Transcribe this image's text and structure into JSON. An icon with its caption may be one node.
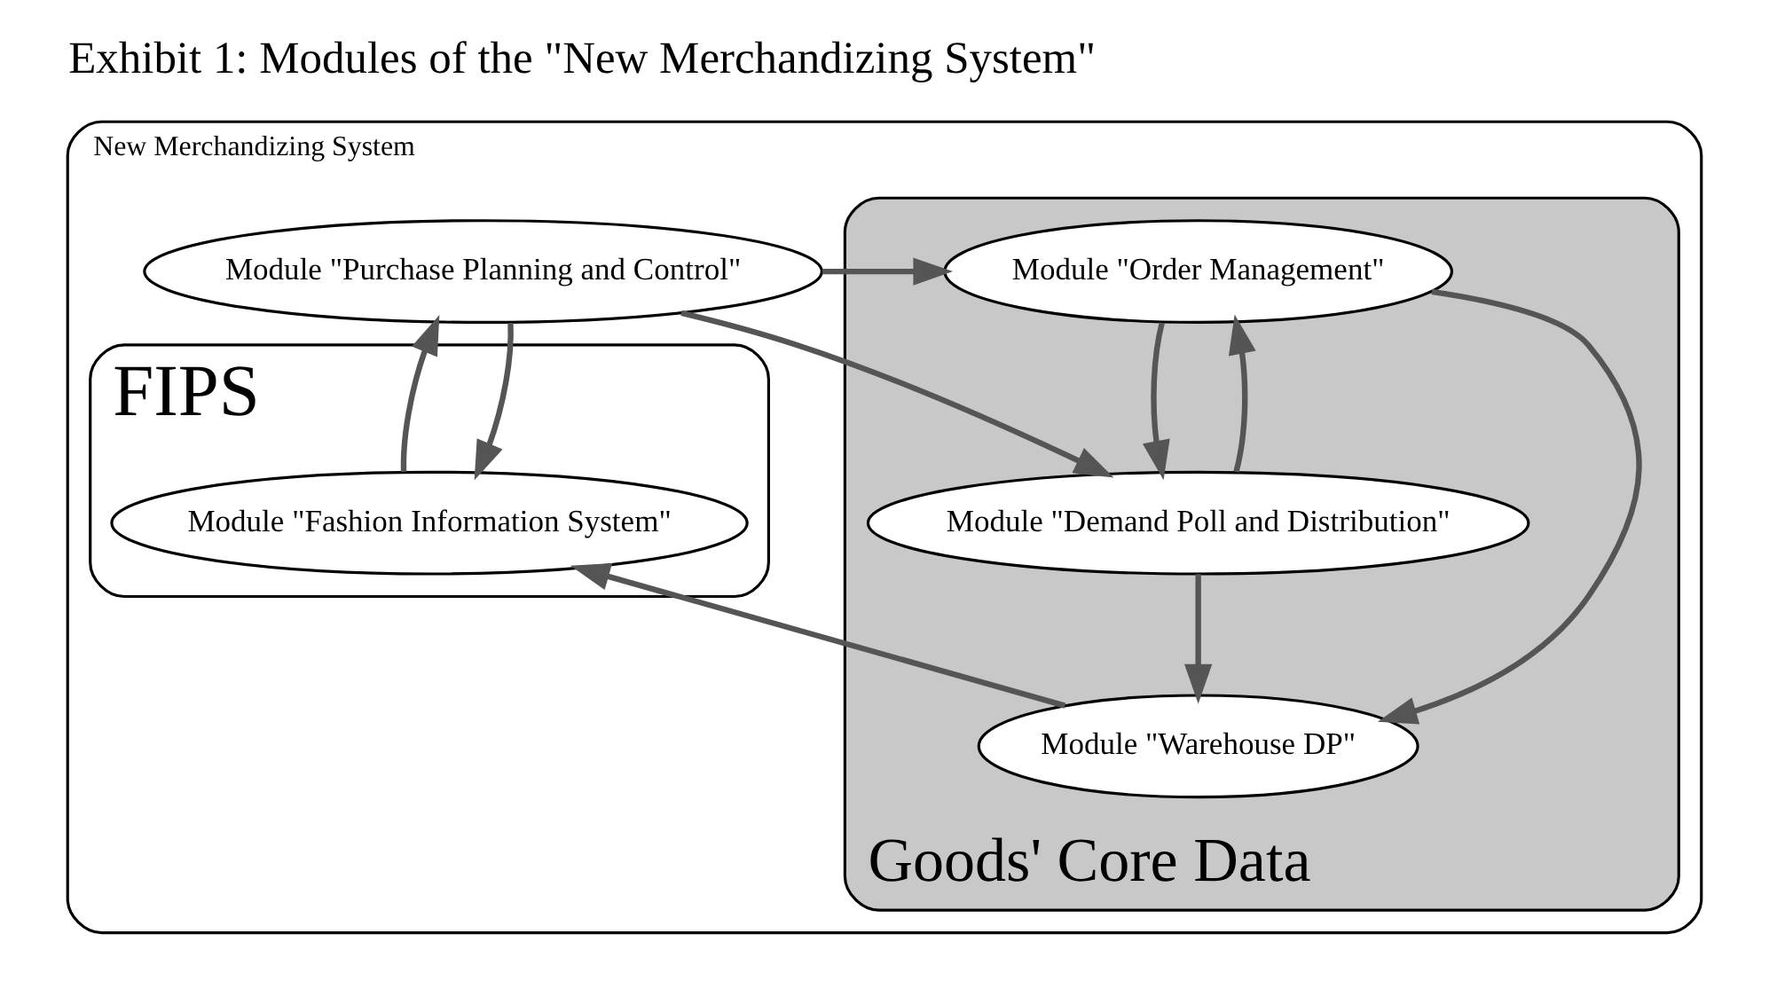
{
  "diagram": {
    "title": "Exhibit 1: Modules of the \"New Merchandizing System\"",
    "nodes": [
      {
        "text": [
          "New Merchandizing System"
        ]
      },
      {
        "text": [
          "FIPS"
        ],
        "in": 0
      },
      {
        "text": [
          "Goods' Core Data"
        ],
        "in": 0
      },
      {
        "text": [
          "Module \"Purchase Planning and Control\""
        ],
        "in": 0
      },
      {
        "text": [
          "Module \"Fashion Information System\""
        ],
        "in": 1
      },
      {
        "text": [
          "Module \"Order Management\""
        ],
        "in": 2
      },
      {
        "text": [
          "Module \"Demand Poll and Distribution\""
        ],
        "in": 2
      },
      {
        "text": [
          "Module \"Warehouse DP\""
        ],
        "in": 2
      }
    ],
    "edges": [
      {
        "from": 3,
        "to": 4,
        "arrow": "to"
      },
      {
        "from": 4,
        "to": 3,
        "arrow": "to"
      },
      {
        "from": 3,
        "to": 5,
        "arrow": "to"
      },
      {
        "from": 3,
        "to": 6,
        "arrow": "to"
      },
      {
        "from": 5,
        "to": 6,
        "arrow": "to"
      },
      {
        "from": 6,
        "to": 5,
        "arrow": "to"
      },
      {
        "from": 5,
        "to": 7,
        "arrow": "to"
      },
      {
        "from": 6,
        "to": 7,
        "arrow": "to"
      },
      {
        "from": 7,
        "to": 4,
        "arrow": "to"
      }
    ]
  }
}
